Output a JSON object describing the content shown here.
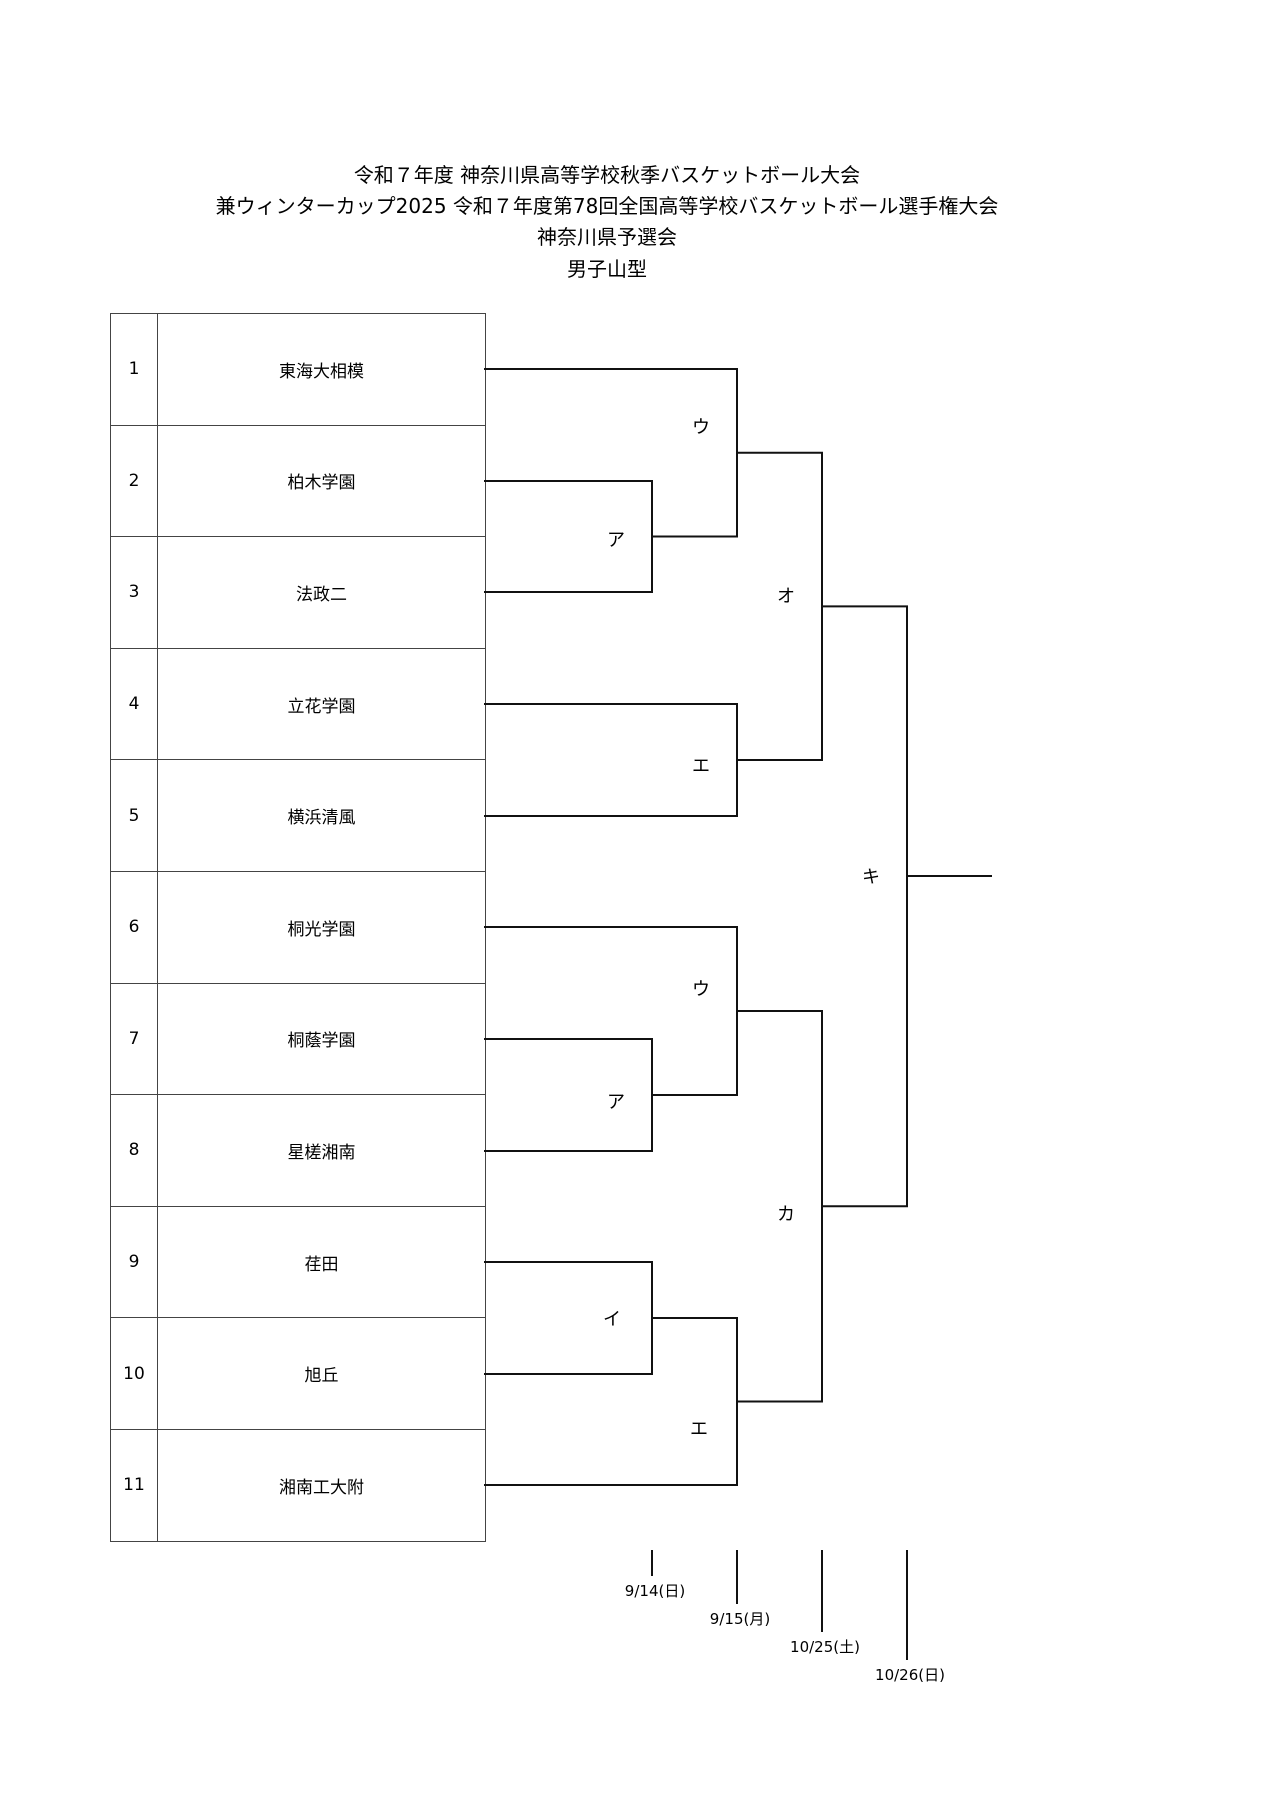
{
  "title": {
    "line1": "令和７年度 神奈川県高等学校秋季バスケットボール大会",
    "line2": "兼ウィンターカップ2025 令和７年度第78回全国高等学校バスケットボール選手権大会",
    "line3": "神奈川県予選会",
    "line4": "男子山型"
  },
  "teams": [
    {
      "num": "1",
      "name": "東海大相模"
    },
    {
      "num": "2",
      "name": "柏木学園"
    },
    {
      "num": "3",
      "name": "法政二"
    },
    {
      "num": "4",
      "name": "立花学園"
    },
    {
      "num": "5",
      "name": "横浜清風"
    },
    {
      "num": "6",
      "name": "桐光学園"
    },
    {
      "num": "7",
      "name": "桐蔭学園"
    },
    {
      "num": "8",
      "name": "星槎湘南"
    },
    {
      "num": "9",
      "name": "荏田"
    },
    {
      "num": "10",
      "name": "旭丘"
    },
    {
      "num": "11",
      "name": "湘南工大附"
    }
  ],
  "games": {
    "top_a": "ア",
    "top_u": "ウ",
    "top_e": "エ",
    "o": "オ",
    "bot_u": "ウ",
    "bot_a": "ア",
    "bot_i": "イ",
    "bot_e": "エ",
    "ka": "カ",
    "ki": "キ"
  },
  "dates": [
    "9/14(日)",
    "9/15(月)",
    "10/25(土)",
    "10/26(日)"
  ]
}
